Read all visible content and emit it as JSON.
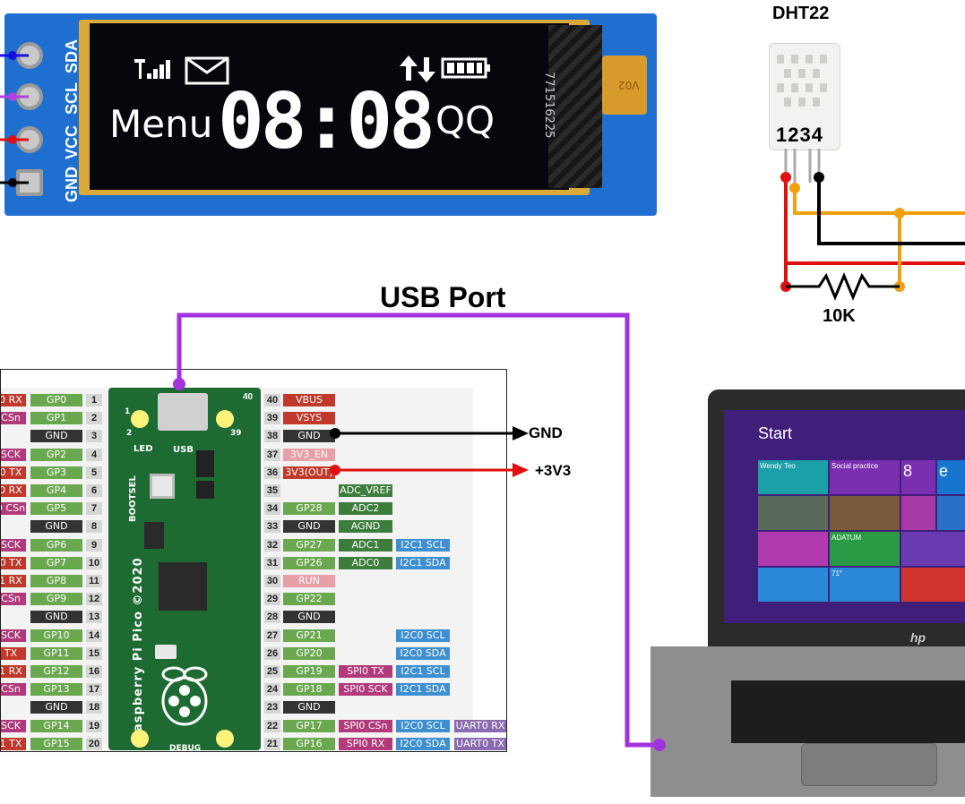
{
  "oled": {
    "pins": [
      "SDA",
      "SCL",
      "VCC",
      "GND"
    ],
    "menu_text": "Menu",
    "clock_text": "08:08",
    "right_text": "QQ",
    "ribbon_text": "771516225",
    "tab_text": "V02"
  },
  "dht22": {
    "title": "DHT22",
    "pin_numbers": "1234",
    "resistor_label": "10K"
  },
  "usb_label": "USB Port",
  "gnd_label": "GND",
  "v33_label": "+3V3",
  "wire_colors": {
    "usb": "#a232e0",
    "gnd": "#000000",
    "vcc": "#e01010",
    "data": "#f0a010",
    "sda": "#1010e0",
    "scl": "#b040e0"
  },
  "pico": {
    "board_text": "Raspberry Pi Pico ©2020",
    "usb_text": "USB",
    "led_text": "LED",
    "bootsel_text": "BOOTSEL",
    "debug_text": "DEBUG",
    "corner_1": "1",
    "corner_2": "2",
    "corner_39": "39",
    "corner_40": "40"
  },
  "pinout_left": [
    {
      "num": "1",
      "gp": "GP0",
      "fn": "0 RX",
      "fncolor": "#c0392b"
    },
    {
      "num": "2",
      "gp": "GP1",
      "fn": "CSn",
      "fncolor": "#b23a7a"
    },
    {
      "num": "3",
      "gp": "GND",
      "fn": "",
      "fncolor": ""
    },
    {
      "num": "4",
      "gp": "GP2",
      "fn": "SCK",
      "fncolor": "#b23a7a"
    },
    {
      "num": "5",
      "gp": "GP3",
      "fn": "0 TX",
      "fncolor": "#c0392b"
    },
    {
      "num": "6",
      "gp": "GP4",
      "fn": "0 RX",
      "fncolor": "#c0392b"
    },
    {
      "num": "7",
      "gp": "GP5",
      "fn": "0 CSn",
      "fncolor": "#b23a7a"
    },
    {
      "num": "8",
      "gp": "GND",
      "fn": "",
      "fncolor": ""
    },
    {
      "num": "9",
      "gp": "GP6",
      "fn": "SCK",
      "fncolor": "#b23a7a"
    },
    {
      "num": "10",
      "gp": "GP7",
      "fn": "0 TX",
      "fncolor": "#c0392b"
    },
    {
      "num": "11",
      "gp": "GP8",
      "fn": "1 RX",
      "fncolor": "#c0392b"
    },
    {
      "num": "12",
      "gp": "GP9",
      "fn": "CSn",
      "fncolor": "#b23a7a"
    },
    {
      "num": "13",
      "gp": "GND",
      "fn": "",
      "fncolor": ""
    },
    {
      "num": "14",
      "gp": "GP10",
      "fn": "SCK",
      "fncolor": "#b23a7a"
    },
    {
      "num": "15",
      "gp": "GP11",
      "fn": "TX",
      "fncolor": "#c0392b"
    },
    {
      "num": "16",
      "gp": "GP12",
      "fn": "1 RX",
      "fncolor": "#c0392b"
    },
    {
      "num": "17",
      "gp": "GP13",
      "fn": "CSn",
      "fncolor": "#b23a7a"
    },
    {
      "num": "18",
      "gp": "GND",
      "fn": "",
      "fncolor": ""
    },
    {
      "num": "19",
      "gp": "GP14",
      "fn": "SCK",
      "fncolor": "#b23a7a"
    },
    {
      "num": "20",
      "gp": "GP15",
      "fn": "1 TX",
      "fncolor": "#c0392b"
    }
  ],
  "pinout_right": [
    {
      "num": "40",
      "gp": "VBUS",
      "gpcolor": "#c0392b",
      "a": "",
      "b": "",
      "c": ""
    },
    {
      "num": "39",
      "gp": "VSYS",
      "gpcolor": "#c0392b",
      "a": "",
      "b": "",
      "c": ""
    },
    {
      "num": "38",
      "gp": "GND",
      "gpcolor": "#333333",
      "a": "",
      "b": "",
      "c": ""
    },
    {
      "num": "37",
      "gp": "3V3_EN",
      "gpcolor": "#e8a0a8",
      "a": "",
      "b": "",
      "c": ""
    },
    {
      "num": "36",
      "gp": "3V3(OUT)",
      "gpcolor": "#c0392b",
      "a": "",
      "b": "",
      "c": ""
    },
    {
      "num": "35",
      "gp": "",
      "gpcolor": "",
      "a": "ADC_VREF",
      "b": "",
      "c": ""
    },
    {
      "num": "34",
      "gp": "GP28",
      "gpcolor": "#6aa84f",
      "a": "ADC2",
      "b": "",
      "c": ""
    },
    {
      "num": "33",
      "gp": "GND",
      "gpcolor": "#333333",
      "a": "AGND",
      "b": "",
      "c": ""
    },
    {
      "num": "32",
      "gp": "GP27",
      "gpcolor": "#6aa84f",
      "a": "ADC1",
      "b": "I2C1 SCL",
      "c": ""
    },
    {
      "num": "31",
      "gp": "GP26",
      "gpcolor": "#6aa84f",
      "a": "ADC0",
      "b": "I2C1 SDA",
      "c": ""
    },
    {
      "num": "30",
      "gp": "RUN",
      "gpcolor": "#e8a0a8",
      "a": "",
      "b": "",
      "c": ""
    },
    {
      "num": "29",
      "gp": "GP22",
      "gpcolor": "#6aa84f",
      "a": "",
      "b": "",
      "c": ""
    },
    {
      "num": "28",
      "gp": "GND",
      "gpcolor": "#333333",
      "a": "",
      "b": "",
      "c": ""
    },
    {
      "num": "27",
      "gp": "GP21",
      "gpcolor": "#6aa84f",
      "a": "",
      "b": "I2C0 SCL",
      "c": ""
    },
    {
      "num": "26",
      "gp": "GP20",
      "gpcolor": "#6aa84f",
      "a": "",
      "b": "I2C0 SDA",
      "c": ""
    },
    {
      "num": "25",
      "gp": "GP19",
      "gpcolor": "#6aa84f",
      "a": "SPI0 TX",
      "b": "I2C1 SCL",
      "c": ""
    },
    {
      "num": "24",
      "gp": "GP18",
      "gpcolor": "#6aa84f",
      "a": "SPI0 SCK",
      "b": "I2C1 SDA",
      "c": ""
    },
    {
      "num": "23",
      "gp": "GND",
      "gpcolor": "#333333",
      "a": "",
      "b": "",
      "c": ""
    },
    {
      "num": "22",
      "gp": "GP17",
      "gpcolor": "#6aa84f",
      "a": "SPI0 CSn",
      "b": "I2C0 SCL",
      "c": "UART0 RX"
    },
    {
      "num": "21",
      "gp": "GP16",
      "gpcolor": "#6aa84f",
      "a": "SPI0 RX",
      "b": "I2C0 SDA",
      "c": "UART0 TX"
    }
  ],
  "laptop": {
    "start_text": "Start",
    "logo_text": "hp",
    "tiles": [
      {
        "label": "Wendy Teo",
        "color": "#1b9fa8"
      },
      {
        "label": "Social practice",
        "color": "#7a2fb0"
      },
      {
        "label": "8",
        "color": "#7a2fb0"
      },
      {
        "label": "e",
        "color": "#1775d0"
      },
      {
        "label": "",
        "color": "#2b9a45"
      },
      {
        "label": "",
        "color": "#5a6a5a"
      },
      {
        "label": "",
        "color": "#7a5a3a"
      },
      {
        "label": "",
        "color": "#a83aa8"
      },
      {
        "label": "",
        "color": "#2a70c8"
      },
      {
        "label": "",
        "color": "#b03ab0"
      },
      {
        "label": "ADATUM",
        "color": "#2b9a45"
      },
      {
        "label": "",
        "color": "#6a3ab0"
      },
      {
        "label": "",
        "color": "#2a88d8"
      },
      {
        "label": "71°",
        "color": "#2a88d8"
      },
      {
        "label": "",
        "color": "#d0342c"
      }
    ]
  }
}
